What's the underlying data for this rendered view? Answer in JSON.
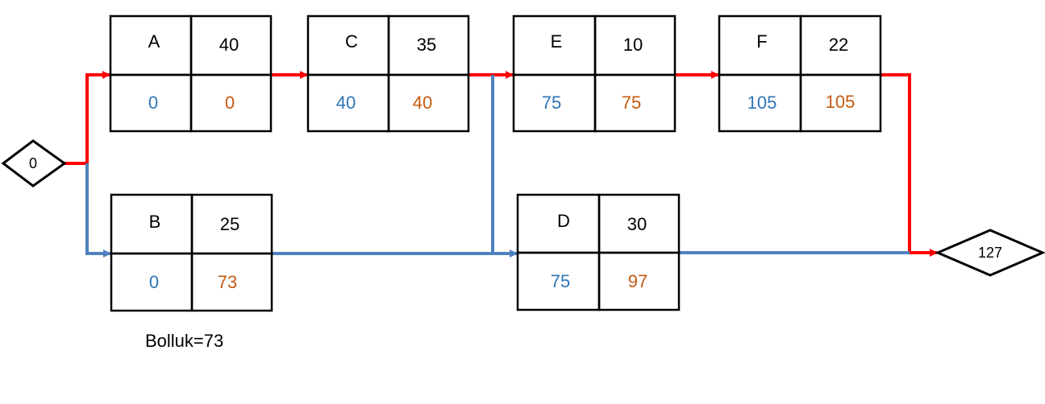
{
  "colors": {
    "critical": "#ff0000",
    "noncritical": "#4f81bd",
    "early_start": "#2e75b6",
    "late_start": "#c55a11"
  },
  "start_node": {
    "label": "0"
  },
  "end_node": {
    "label": "127"
  },
  "activities": [
    {
      "id": "A",
      "duration": "40",
      "es": "0",
      "ls": "0",
      "critical": true
    },
    {
      "id": "C",
      "duration": "35",
      "es": "40",
      "ls": "40",
      "critical": true
    },
    {
      "id": "E",
      "duration": "10",
      "es": "75",
      "ls": "75",
      "critical": true
    },
    {
      "id": "F",
      "duration": "22",
      "es": "105",
      "ls": "105",
      "critical": true
    },
    {
      "id": "B",
      "duration": "25",
      "es": "0",
      "ls": "73",
      "critical": false
    },
    {
      "id": "D",
      "duration": "30",
      "es": "75",
      "ls": "97",
      "critical": false
    }
  ],
  "slack_note": "Bolluk=73"
}
